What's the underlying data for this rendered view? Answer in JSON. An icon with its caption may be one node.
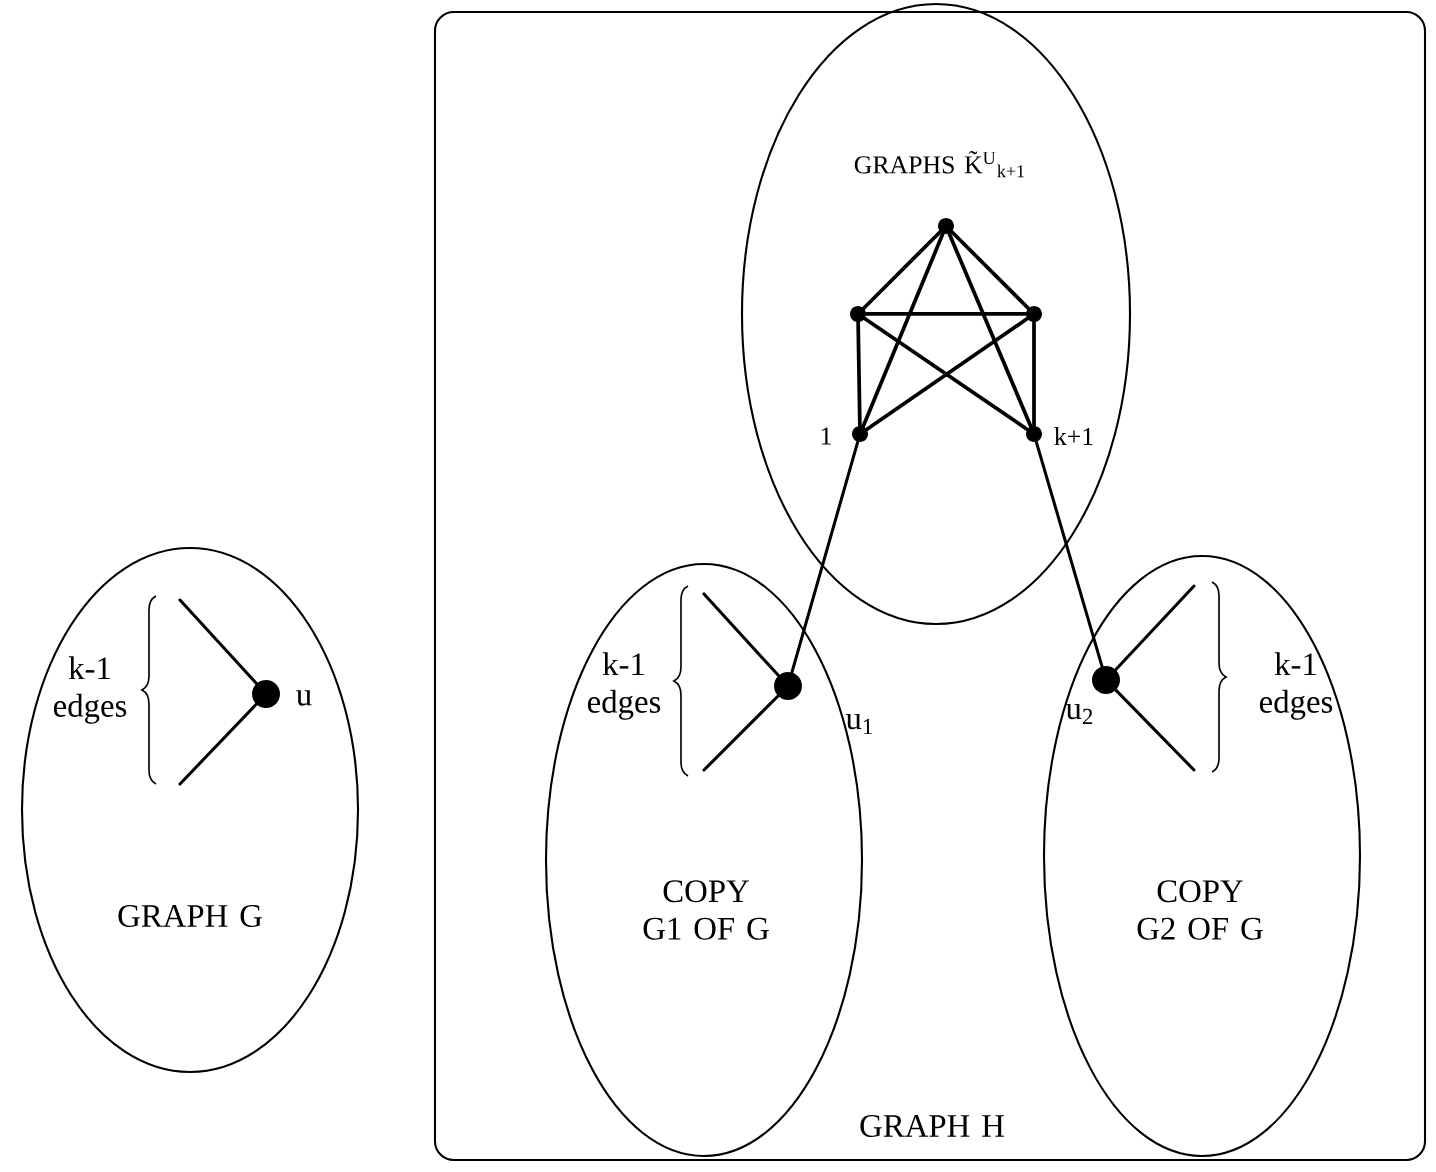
{
  "diagram": {
    "nodes": [
      {
        "text": [
          "GRAPH G"
        ]
      },
      {
        "text": [],
        "shape": "circle",
        "in": 0,
        "beside": [
          "u"
        ]
      },
      {
        "text": [
          "GRAPH H"
        ]
      },
      {
        "text": [
          "GRAPHS K̃$^{U}$$_{k+1}$"
        ],
        "in": 2
      },
      {
        "text": [],
        "shape": "circle",
        "in": 3
      },
      {
        "text": [],
        "shape": "circle",
        "in": 3
      },
      {
        "text": [],
        "shape": "circle",
        "in": 3
      },
      {
        "text": [],
        "shape": "circle",
        "in": 3,
        "beside": [
          "1"
        ]
      },
      {
        "text": [],
        "shape": "circle",
        "in": 3,
        "beside": [
          "k+1"
        ]
      },
      {
        "text": [
          "COPY G1 OF G"
        ],
        "in": 2
      },
      {
        "text": [],
        "shape": "circle",
        "in": 9,
        "beside": [
          "u$_{1}$"
        ]
      },
      {
        "text": [
          "COPY G2 OF G"
        ],
        "in": 2
      },
      {
        "text": [],
        "shape": "circle",
        "in": 11,
        "beside": [
          "u$_{2}$"
        ]
      }
    ],
    "edges": [
      {
        "from": null,
        "to": 1,
        "arrow": "none"
      },
      {
        "from": null,
        "to": 1,
        "arrow": "none"
      },
      {
        "from": 4,
        "to": 5,
        "arrow": "none"
      },
      {
        "from": 4,
        "to": 6,
        "arrow": "none"
      },
      {
        "from": 4,
        "to": 7,
        "arrow": "none"
      },
      {
        "from": 4,
        "to": 8,
        "arrow": "none"
      },
      {
        "from": 5,
        "to": 6,
        "arrow": "none"
      },
      {
        "from": 5,
        "to": 7,
        "arrow": "none"
      },
      {
        "from": 5,
        "to": 8,
        "arrow": "none"
      },
      {
        "from": 6,
        "to": 7,
        "arrow": "none"
      },
      {
        "from": 6,
        "to": 8,
        "arrow": "none"
      },
      {
        "from": 10,
        "to": 7,
        "arrow": "none"
      },
      {
        "from": 12,
        "to": 8,
        "arrow": "none"
      },
      {
        "from": null,
        "to": 10,
        "arrow": "none"
      },
      {
        "from": null,
        "to": 10,
        "arrow": "none"
      },
      {
        "from": null,
        "to": 12,
        "arrow": "none"
      },
      {
        "from": null,
        "to": 12,
        "arrow": "none"
      }
    ],
    "labels": [
      "k-1 edges",
      "k-1 edges",
      "k-1 edges"
    ]
  }
}
